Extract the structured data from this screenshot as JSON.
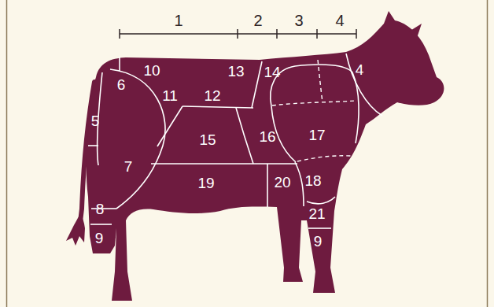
{
  "diagram": {
    "labels": [
      "1",
      "2",
      "3",
      "4",
      "10",
      "13",
      "14",
      "4",
      "6",
      "11",
      "12",
      "5",
      "15",
      "16",
      "17",
      "7",
      "19",
      "20",
      "18",
      "8",
      "21",
      "9",
      "9"
    ]
  }
}
